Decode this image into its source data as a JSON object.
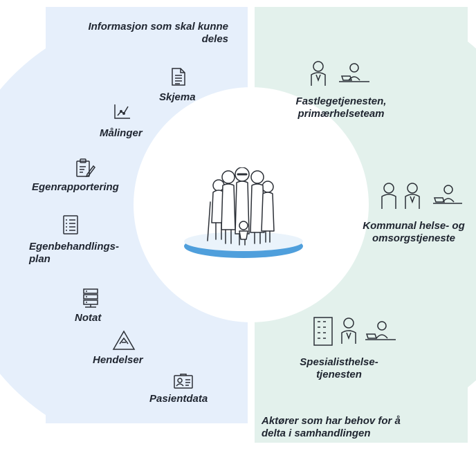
{
  "colors": {
    "left_panel": "#e6effb",
    "right_panel": "#e3f1ec",
    "platform": "#5aa7e0",
    "ink": "#2b2f36"
  },
  "left": {
    "header": [
      "Informasjon som skal kunne",
      "deles"
    ],
    "items": [
      {
        "icon": "document-icon",
        "label": "Skjema"
      },
      {
        "icon": "line-chart-icon",
        "label": "Målinger"
      },
      {
        "icon": "clipboard-edit-icon",
        "label": "Egenrapportering"
      },
      {
        "icon": "checklist-icon",
        "label": "Egenbehandlings-\nplan"
      },
      {
        "icon": "server-icon",
        "label": "Notat"
      },
      {
        "icon": "warning-triangle-icon",
        "label": "Hendelser"
      },
      {
        "icon": "id-card-icon",
        "label": "Pasientdata"
      }
    ]
  },
  "right": {
    "actors": [
      {
        "label": "Fastlegetjenesten,\nprimærhelseteam"
      },
      {
        "label": "Kommunal helse- og\nomsorgstjeneste"
      },
      {
        "label": "Spesialisthelse-\ntjenesten"
      }
    ],
    "footer": [
      "Aktører som har behov for å",
      "delta i samhandlingen"
    ]
  }
}
